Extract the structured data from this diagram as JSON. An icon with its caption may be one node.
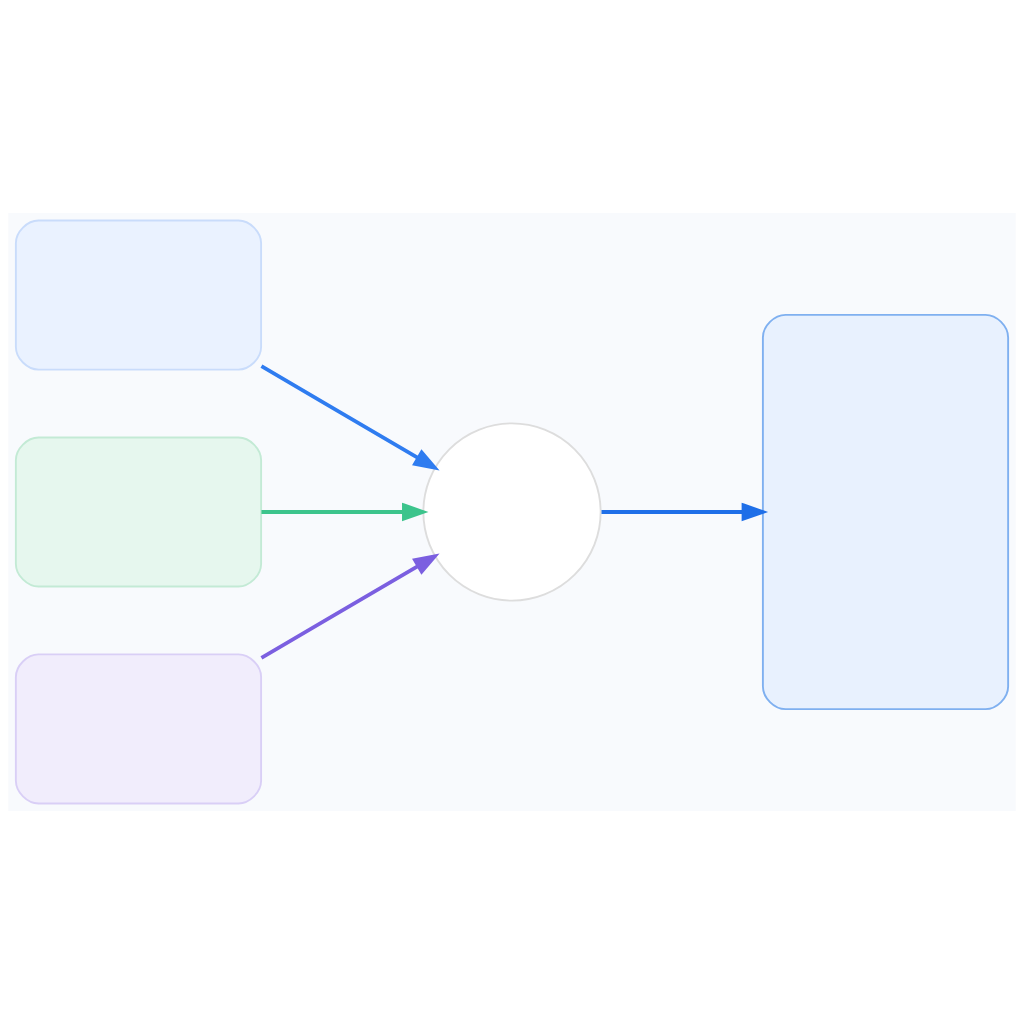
{
  "diagram": {
    "nodes": [
      {
        "text": [],
        "shape": "box"
      },
      {
        "text": [],
        "shape": "box"
      },
      {
        "text": [],
        "shape": "box"
      },
      {
        "text": [],
        "shape": "circle"
      },
      {
        "text": [],
        "shape": "box"
      }
    ],
    "edges": [
      {
        "from": 0,
        "to": 3,
        "arrow": "to",
        "color": "#2f7cf0"
      },
      {
        "from": 1,
        "to": 3,
        "arrow": "to",
        "color": "#3cc48c"
      },
      {
        "from": 2,
        "to": 3,
        "arrow": "to",
        "color": "#7b5fe0"
      },
      {
        "from": 3,
        "to": 4,
        "arrow": "to",
        "color": "#1f6fe8"
      }
    ]
  }
}
